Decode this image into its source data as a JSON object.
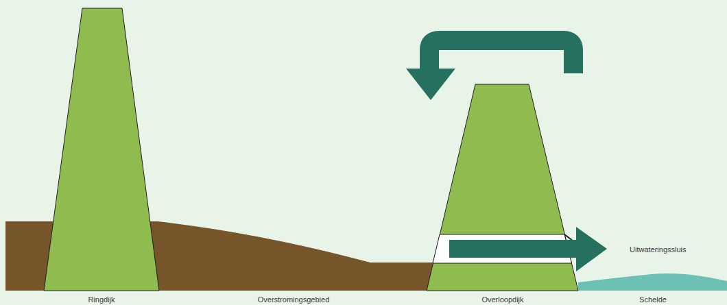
{
  "diagram": {
    "labels": [
      "Ringdijk",
      "Overstromingsgebied",
      "Overloopdijk",
      "Schelde",
      "Uitwateringssluis"
    ]
  }
}
